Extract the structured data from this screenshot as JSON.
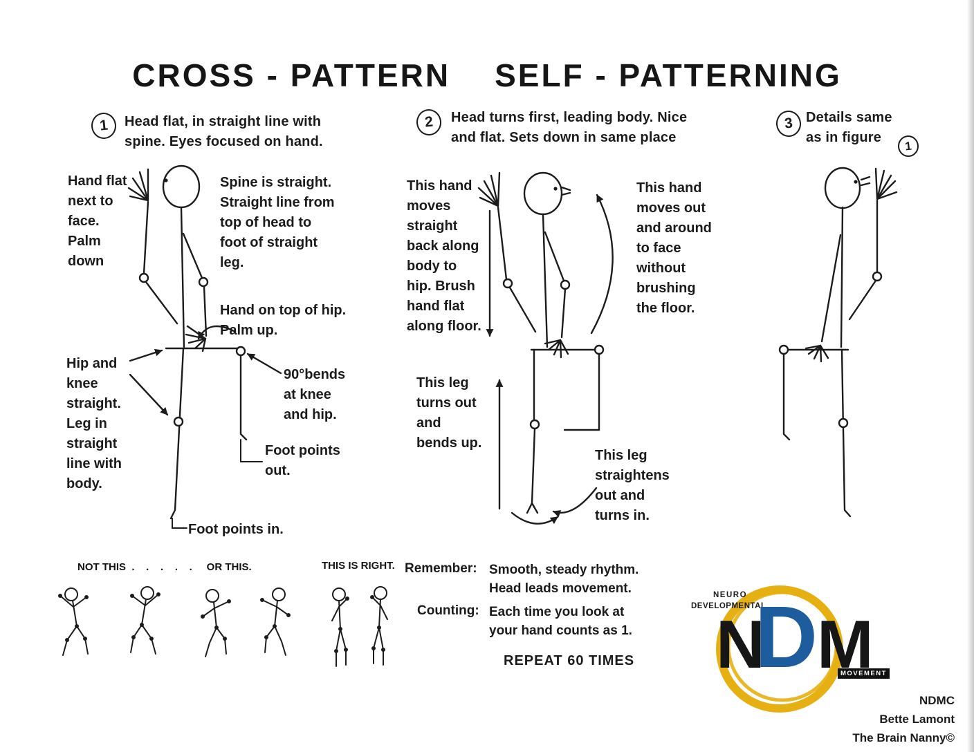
{
  "page": {
    "title_left": "CROSS - PATTERN",
    "title_right": "SELF - PATTERNING"
  },
  "figures": [
    {
      "number": "1",
      "heading": "Head flat, in straight line with\nspine.  Eyes focused on hand.",
      "ann": {
        "hand_face": "Hand flat\nnext to\nface.\nPalm\ndown",
        "spine": "Spine is straight.\nStraight line from\ntop of head to\nfoot of straight\nleg.",
        "hand_hip": "Hand on top of hip.\nPalm up.",
        "bends": "90°bends\nat knee\nand hip.",
        "hip_knee": "Hip and\nknee\nstraight.\nLeg in\nstraight\nline with\nbody.",
        "foot_out": "Foot points\nout.",
        "foot_in": "Foot points in."
      }
    },
    {
      "number": "2",
      "heading": "Head turns first, leading body.  Nice\nand flat.  Sets down in same place",
      "ann": {
        "hand_back": "This hand\nmoves\nstraight\nback along\nbody to\nhip.  Brush\nhand flat\nalong floor.",
        "hand_around": "This hand\nmoves out\nand around\nto face\nwithout\nbrushing\nthe floor.",
        "leg_up": "This leg\nturns out\nand\nbends up.",
        "leg_straight": "This leg\nstraightens\nout and\nturns in."
      }
    },
    {
      "number": "3",
      "heading": "Details same\nas in figure",
      "ref_number": "1"
    }
  ],
  "examples": {
    "wrong_label": "NOT THIS  .    .    .    .    .     OR THIS.",
    "right_label": "THIS IS RIGHT."
  },
  "instructions": {
    "remember_label": "Remember:",
    "remember_text": "Smooth, steady rhythm.\nHead leads movement.",
    "counting_label": "Counting:",
    "counting_text": "Each time you look at\nyour hand counts as 1.",
    "repeat": "REPEAT 60 TIMES"
  },
  "logo": {
    "neuro": "NEURO",
    "developmental": "DEVELOPMENTAL",
    "n": "N",
    "d": "D",
    "m": "M",
    "movement": "MOVEMENT",
    "colors": {
      "ring": "#e7b012",
      "d_letter": "#1d5d9d",
      "letters": "#161616"
    }
  },
  "credits": {
    "line1": "NDMC",
    "line2": "Bette Lamont",
    "line3": "The Brain Nanny©"
  }
}
